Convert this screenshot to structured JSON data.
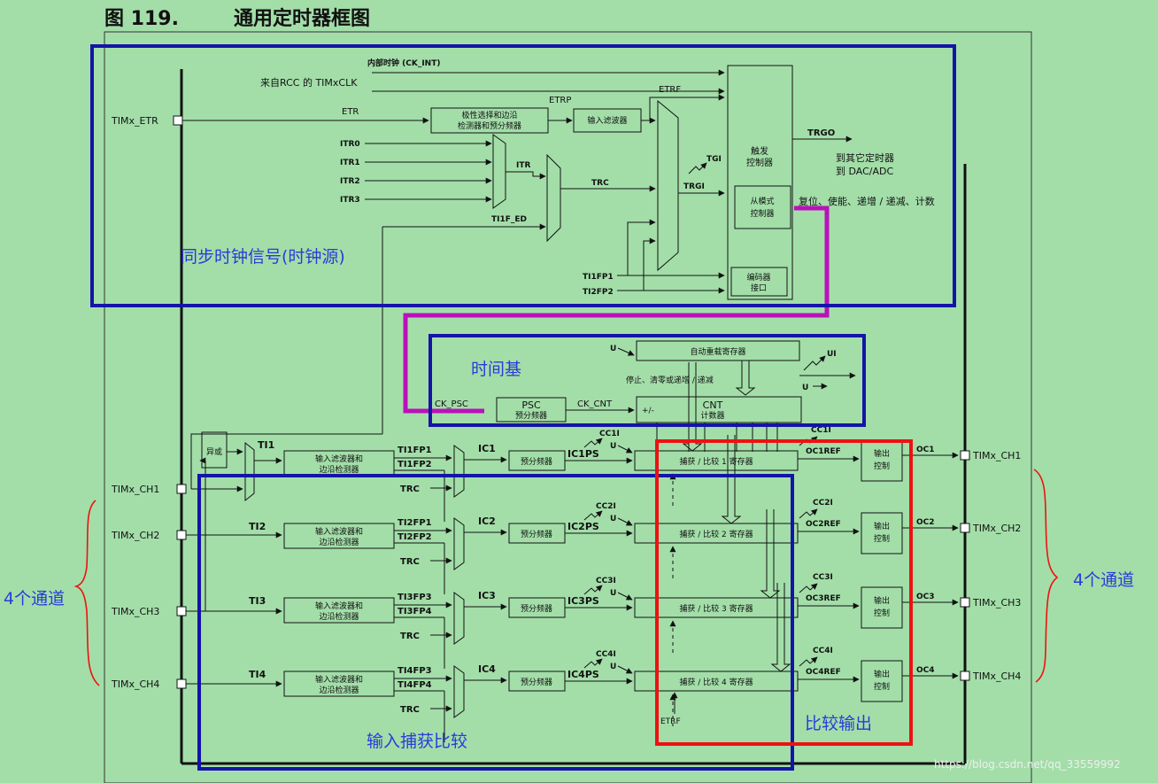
{
  "title": {
    "fig": "图 119.",
    "name": "通用定时器框图"
  },
  "inputs": {
    "ck_int": "内部时钟 (CK_INT)",
    "rcc": "来自RCC 的 TIMxCLK",
    "etr_pin": "TIMx_ETR",
    "etr": "ETR",
    "etrp": "ETRP",
    "etrf": "ETRF",
    "itr0": "ITR0",
    "itr1": "ITR1",
    "itr2": "ITR2",
    "itr3": "ITR3",
    "itr": "ITR",
    "trc": "TRC",
    "ti1f_ed": "TI1F_ED",
    "ti1fp1": "TI1FP1",
    "ti2fp2": "TI2FP2",
    "tgi": "TGI",
    "trgi": "TRGI"
  },
  "blocks": {
    "polarity1": "极性选择和边沿",
    "polarity2": "检测器和预分频器",
    "input_filter": "输入滤波器",
    "trigger1": "触发",
    "trigger2": "控制器",
    "slave1": "从模式",
    "slave2": "控制器",
    "encoder1": "编码器",
    "encoder2": "接口",
    "auto_reload": "自动重载寄存器",
    "psc": "PSC",
    "psc_sub": "预分频器",
    "cnt": "CNT",
    "cnt_sub": "计数器",
    "cnt_pm": "+/-",
    "xor": "异或",
    "filter1": "输入滤波器和",
    "filter2": "边沿检测器",
    "prescaler": "预分频器",
    "out1": "输出",
    "out2": "控制"
  },
  "labels": {
    "trgo": "TRGO",
    "to_other1": "到其它定时器",
    "to_other2": "到 DAC/ADC",
    "reset_etc": "复位、使能、递增 / 递减、计数",
    "stop_clear": "停止、清零或递增 / 递减",
    "ck_psc": "CK_PSC",
    "ck_cnt": "CK_CNT",
    "u": "U",
    "ui": "UI",
    "etrf_bottom": "ETRF"
  },
  "channels": [
    {
      "pin": "TIMx_CH1",
      "ti": "TI1",
      "fpa": "TI1FP1",
      "fpb": "TI1FP2",
      "trc": "TRC",
      "ic": "IC1",
      "icps": "IC1PS",
      "cci": "CC1I",
      "ccr": "捕获 / 比较 1 寄存器",
      "cci_out": "CC1I",
      "ocref": "OC1REF",
      "oc": "OC1",
      "outpin": "TIMx_CH1"
    },
    {
      "pin": "TIMx_CH2",
      "ti": "TI2",
      "fpa": "TI2FP1",
      "fpb": "TI2FP2",
      "trc": "TRC",
      "ic": "IC2",
      "icps": "IC2PS",
      "cci": "CC2I",
      "ccr": "捕获 / 比较 2 寄存器",
      "cci_out": "CC2I",
      "ocref": "OC2REF",
      "oc": "OC2",
      "outpin": "TIMx_CH2"
    },
    {
      "pin": "TIMx_CH3",
      "ti": "TI3",
      "fpa": "TI3FP3",
      "fpb": "TI3FP4",
      "trc": "TRC",
      "ic": "IC3",
      "icps": "IC3PS",
      "cci": "CC3I",
      "ccr": "捕获 / 比较 3 寄存器",
      "cci_out": "CC3I",
      "ocref": "OC3REF",
      "oc": "OC3",
      "outpin": "TIMx_CH3"
    },
    {
      "pin": "TIMx_CH4",
      "ti": "TI4",
      "fpa": "TI4FP3",
      "fpb": "TI4FP4",
      "trc": "TRC",
      "ic": "IC4",
      "icps": "IC4PS",
      "cci": "CC4I",
      "ccr": "捕获 / 比较 4 寄存器",
      "cci_out": "CC4I",
      "ocref": "OC4REF",
      "oc": "OC4",
      "outpin": "TIMx_CH4"
    }
  ],
  "annotations": {
    "sync_clock": "同步时钟信号(时钟源)",
    "time_base": "时间基",
    "input_capture": "输入捕获比较",
    "compare_output": "比较输出",
    "four_channels_left": "4个通道",
    "four_channels_right": "4个通道"
  },
  "watermark": "https://blog.csdn.net/qq_33559992",
  "colors": {
    "background": "#a3dea9",
    "blue_box": "#1414a8",
    "red_box": "#ee1111",
    "magenta": "#bb10bb",
    "bracket": "#ee1111",
    "annotation": "#2a3bd9"
  }
}
